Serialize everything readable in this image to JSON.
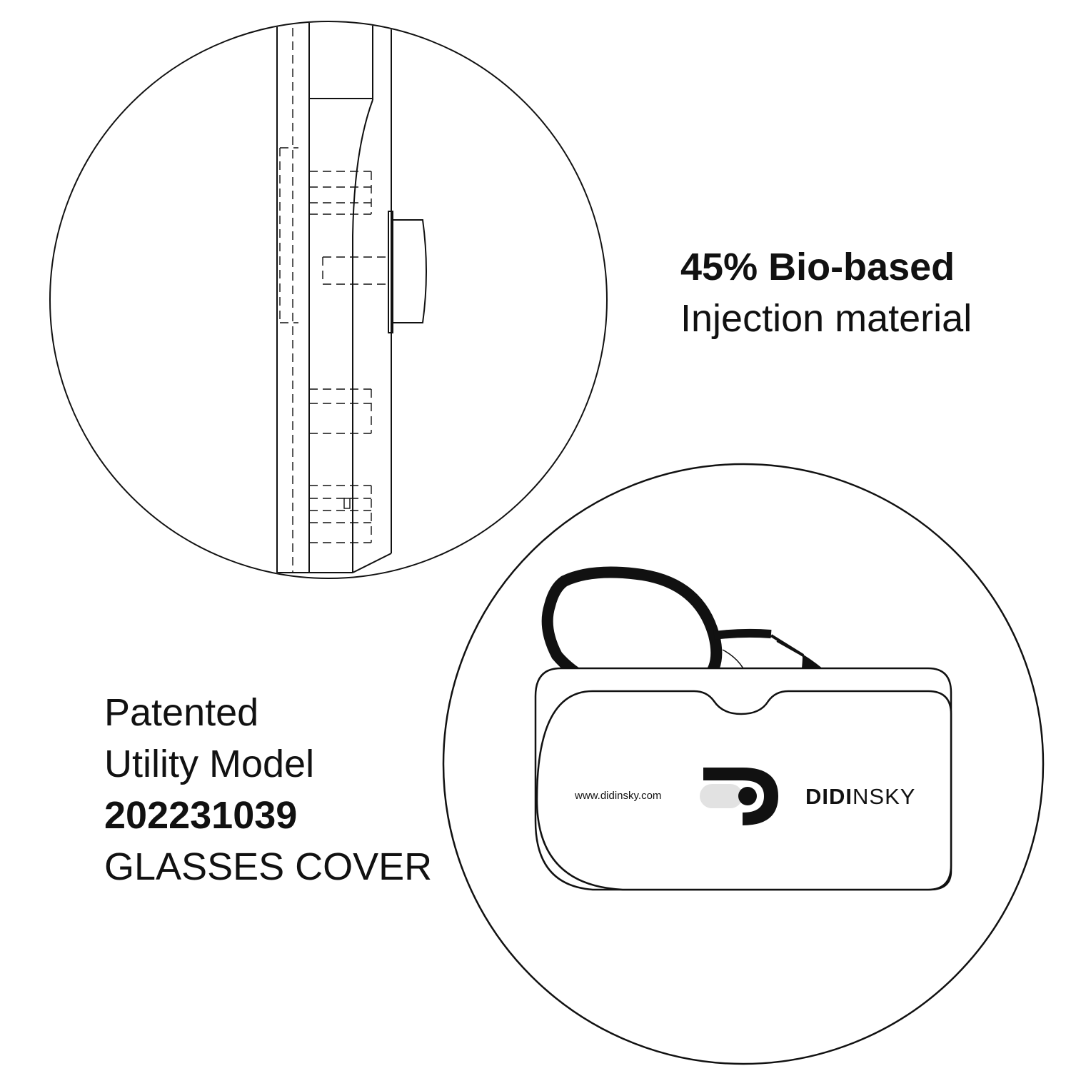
{
  "material": {
    "headline": "45% Bio-based",
    "subline": "Injection material"
  },
  "patent": {
    "line1": "Patented",
    "line2": "Utility Model",
    "number": "202231039",
    "line4": "GLASSES COVER"
  },
  "case": {
    "url": "www.didinsky.com",
    "brand_bold": "DIDI",
    "brand_light": "NSKY"
  },
  "colors": {
    "ink": "#111111",
    "toggle_gray": "#e2e2e2",
    "background": "#ffffff"
  }
}
